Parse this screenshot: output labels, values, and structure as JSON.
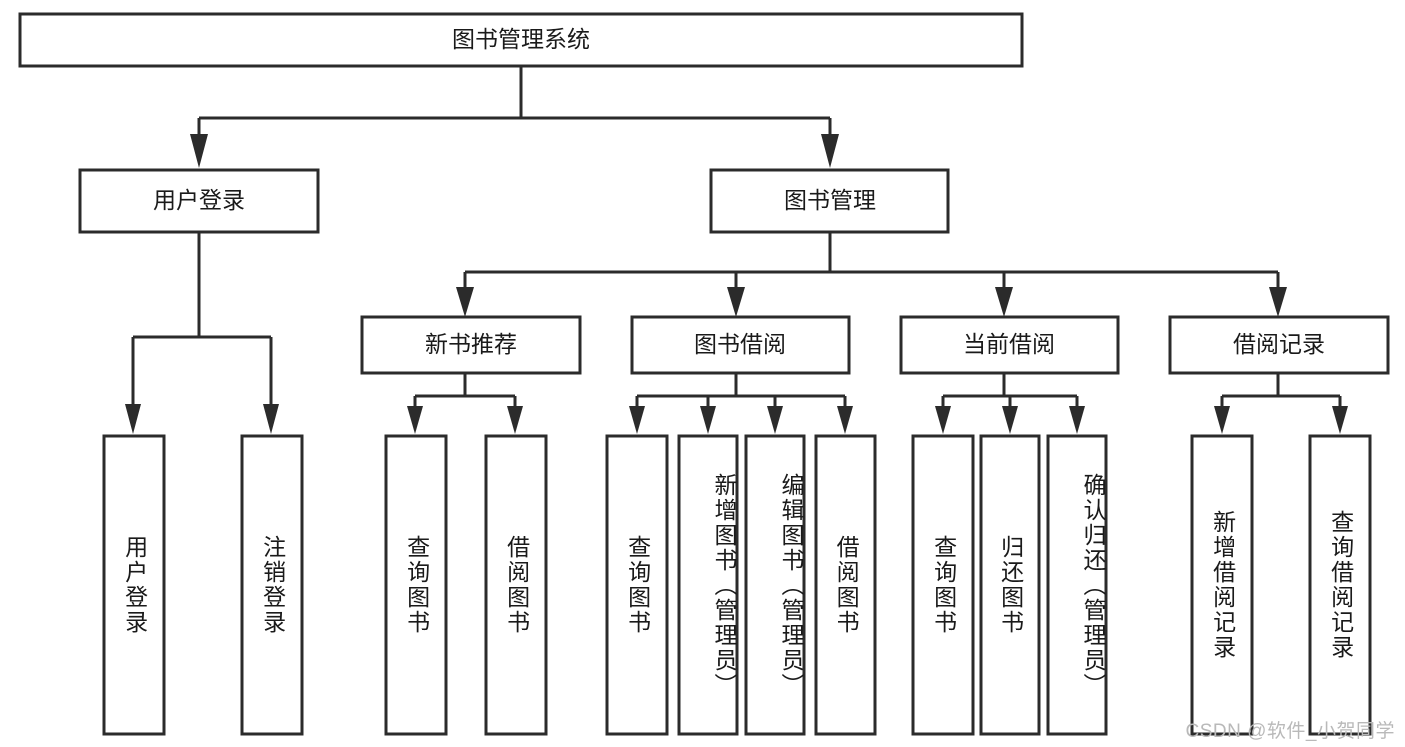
{
  "diagram": {
    "title": "图书管理系统",
    "watermark": "CSDN @软件_小贺同学",
    "style": {
      "stroke_color": "#2b2b2b",
      "fill_color": "#ffffff",
      "text_color": "#1a1a1a",
      "watermark_color": "#b9b9b9",
      "background": "#ffffff"
    },
    "levels": {
      "level0": [
        {
          "id": "root",
          "label": "图书管理系统",
          "orientation": "horizontal"
        }
      ],
      "level1": [
        {
          "id": "user-login",
          "label": "用户登录",
          "orientation": "horizontal"
        },
        {
          "id": "book-manage",
          "label": "图书管理",
          "orientation": "horizontal"
        }
      ],
      "level2": [
        {
          "id": "new-book-recommend",
          "label": "新书推荐",
          "orientation": "horizontal"
        },
        {
          "id": "book-borrow",
          "label": "图书借阅",
          "orientation": "horizontal"
        },
        {
          "id": "current-borrow",
          "label": "当前借阅",
          "orientation": "horizontal"
        },
        {
          "id": "borrow-record",
          "label": "借阅记录",
          "orientation": "horizontal"
        }
      ],
      "level3": [
        {
          "id": "leaf-user-login",
          "label": "用户登录",
          "parent": "user-login",
          "orientation": "vertical"
        },
        {
          "id": "leaf-logout-login",
          "label": "注销登录",
          "parent": "user-login",
          "orientation": "vertical"
        },
        {
          "id": "leaf-query-book-1",
          "label": "查询图书",
          "parent": "new-book-recommend",
          "orientation": "vertical"
        },
        {
          "id": "leaf-borrow-book-1",
          "label": "借阅图书",
          "parent": "new-book-recommend",
          "orientation": "vertical"
        },
        {
          "id": "leaf-query-book-2",
          "label": "查询图书",
          "parent": "book-borrow",
          "orientation": "vertical"
        },
        {
          "id": "leaf-add-book",
          "label": "新增图书（管理员）",
          "parent": "book-borrow",
          "orientation": "vertical"
        },
        {
          "id": "leaf-edit-book",
          "label": "编辑图书（管理员）",
          "parent": "book-borrow",
          "orientation": "vertical"
        },
        {
          "id": "leaf-borrow-book-2",
          "label": "借阅图书",
          "parent": "book-borrow",
          "orientation": "vertical"
        },
        {
          "id": "leaf-query-book-3",
          "label": "查询图书",
          "parent": "current-borrow",
          "orientation": "vertical"
        },
        {
          "id": "leaf-return-book",
          "label": "归还图书",
          "parent": "current-borrow",
          "orientation": "vertical"
        },
        {
          "id": "leaf-confirm-return",
          "label": "确认归还（管理员）",
          "parent": "current-borrow",
          "orientation": "vertical"
        },
        {
          "id": "leaf-add-record",
          "label": "新增借阅记录",
          "parent": "borrow-record",
          "orientation": "vertical"
        },
        {
          "id": "leaf-query-record",
          "label": "查询借阅记录",
          "parent": "borrow-record",
          "orientation": "vertical"
        }
      ]
    }
  }
}
